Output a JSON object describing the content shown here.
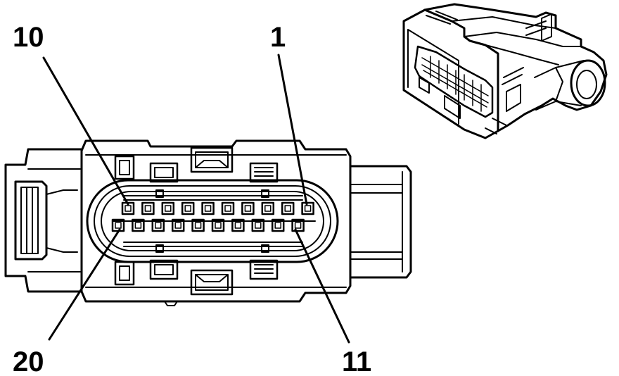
{
  "labels": {
    "pin_10": "10",
    "pin_1": "1",
    "pin_20": "20",
    "pin_11": "11"
  },
  "connector": {
    "top_row_pin_count": 10,
    "bottom_row_pin_count": 10
  },
  "colors": {
    "ink": "#000000",
    "paper": "#ffffff"
  }
}
